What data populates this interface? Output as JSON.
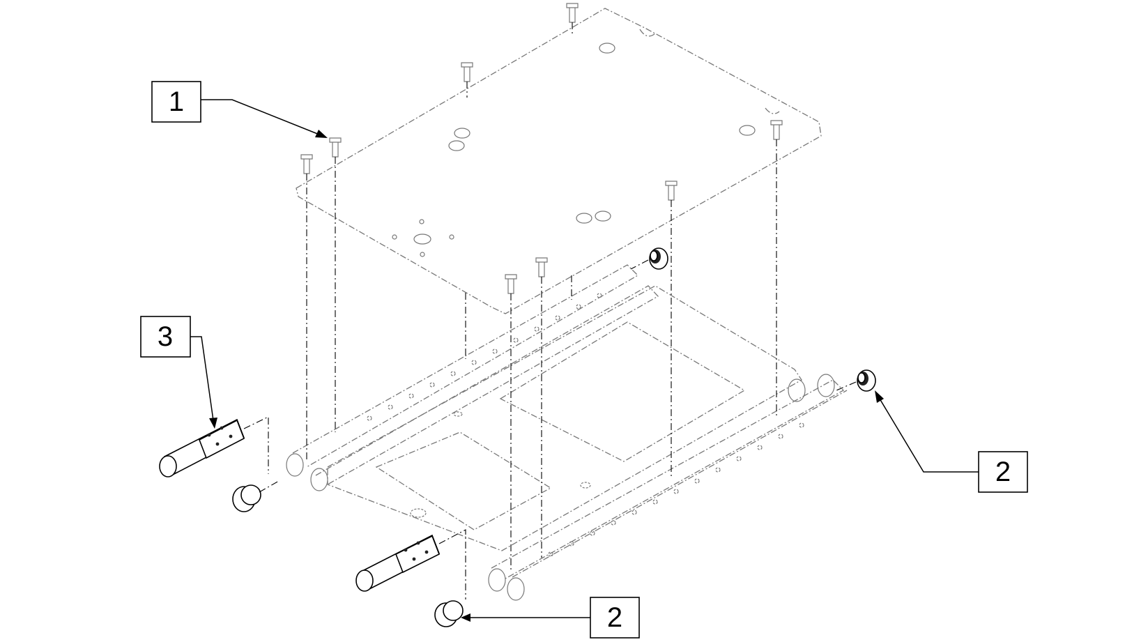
{
  "callouts": [
    {
      "label": "1"
    },
    {
      "label": "3"
    },
    {
      "label": "2"
    },
    {
      "label": "2"
    }
  ],
  "colors": {
    "ink": "#000000",
    "ghost": "#777777",
    "background": "#ffffff"
  }
}
